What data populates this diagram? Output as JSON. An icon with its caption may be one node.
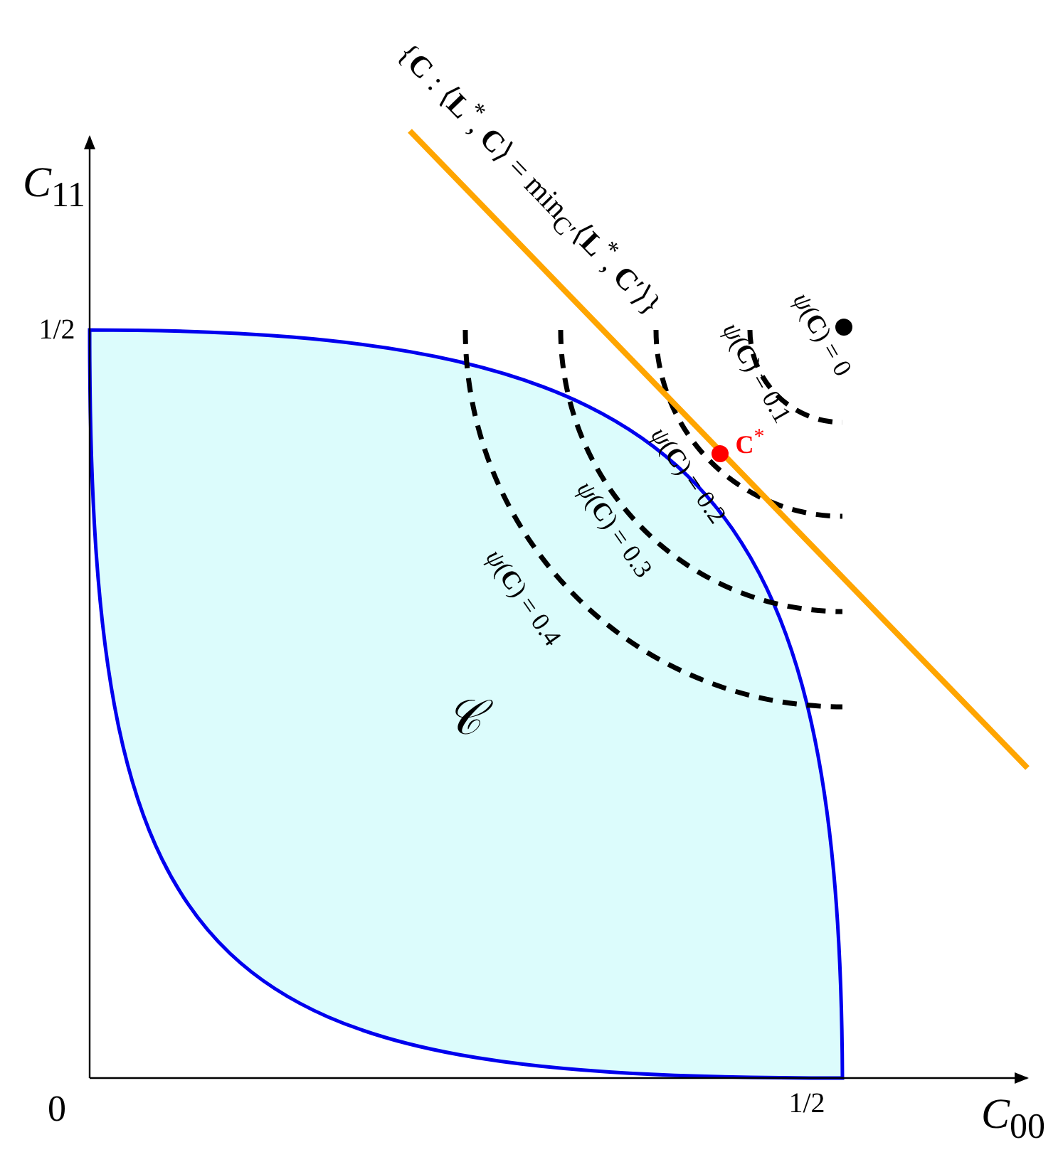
{
  "diagram": {
    "labels": [
      "{**C** : ⟨**L**$^{*}$, **C**⟩ = min$_{C′}$⟨**L**$^{*}$, **C**′⟩}",
      "*C*$_{11}$",
      "1/2",
      "*ψ*(**C**) = 0",
      "*ψ*(**C**) = 0.1",
      "*ψ*(**C**) = 0.2",
      "**C**$^{*}$",
      "*ψ*(**C**) = 0.3",
      "*ψ*(**C**) = 0.4",
      "*𝒞*",
      "0",
      "1/2",
      "*C*$_{00}$"
    ]
  }
}
